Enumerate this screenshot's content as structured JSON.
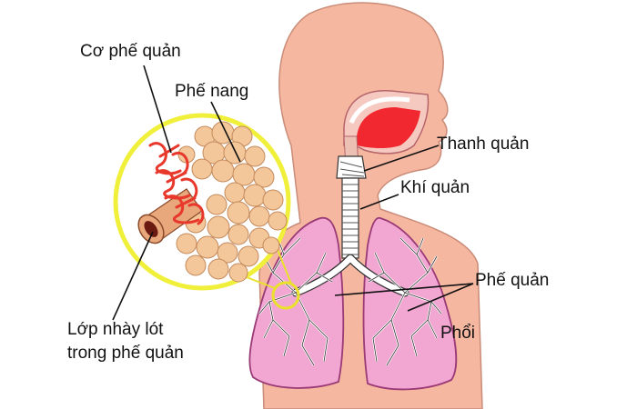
{
  "labels": {
    "bronchial_muscle": "Cơ phế quản",
    "alveoli": "Phế nang",
    "larynx": "Thanh quản",
    "trachea": "Khí quản",
    "bronchi": "Phế quản",
    "lungs": "Phổi",
    "mucus_line1": "Lớp nhày lót",
    "mucus_line2": "trong phế quản"
  },
  "colors": {
    "skin": "#f6b7a0",
    "skin_outline": "#c98c78",
    "lung": "#f2a6d2",
    "lung_outline": "#9a3a76",
    "mouth": "#f1282f",
    "magnifier_ring": "#f0ef3a",
    "alveoli": "#f4c79a",
    "muscle": "#e8382c"
  }
}
